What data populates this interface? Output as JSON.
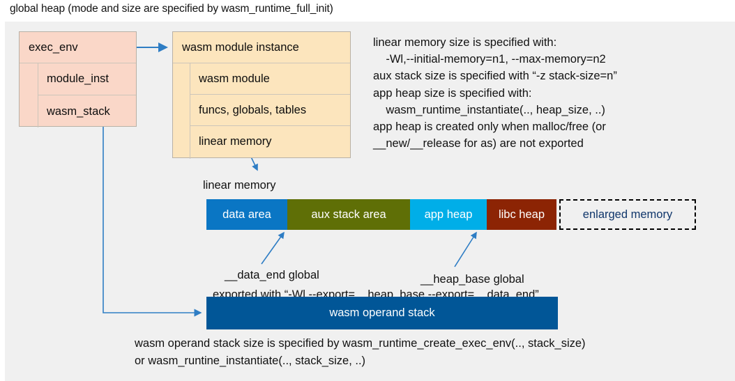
{
  "title": "global heap (mode and size are specified by wasm_runtime_full_init)",
  "colors": {
    "canvas_bg": "#f0f0f0",
    "exec_env_bg": "#fad7c8",
    "module_inst_bg": "#fce5bd",
    "data_area": "#0a76c4",
    "aux_stack_area": "#5f6f06",
    "app_heap": "#00aee8",
    "libc_heap": "#8c2404",
    "operand_stack": "#015697",
    "enlarged_memory_text": "#10366b",
    "connector": "#2e7dc4",
    "box_border": "#b8b1a6"
  },
  "exec_env": {
    "header": "exec_env",
    "rows": [
      {
        "label": "module_inst"
      },
      {
        "label": "wasm_stack"
      }
    ]
  },
  "module_instance": {
    "header": "wasm module instance",
    "rows": [
      {
        "label": "wasm module"
      },
      {
        "label": "funcs, globals, tables"
      },
      {
        "label": "linear memory"
      }
    ]
  },
  "notes": {
    "text": "linear memory size is specified with:\n    -Wl,--initial-memory=n1, --max-memory=n2\naux stack size is specified with “-z stack-size=n”\napp heap size is specified with:\n    wasm_runtime_instantiate(.., heap_size, ..)\napp heap is created only when malloc/free (or\n__new/__release for as) are not exported"
  },
  "linear_memory": {
    "caption": "linear memory",
    "segments": [
      {
        "label": "data area",
        "color": "#0a76c4",
        "width": 116,
        "text_color": "#ffffff",
        "dashed": false
      },
      {
        "label": "aux stack area",
        "color": "#5f6f06",
        "width": 176,
        "text_color": "#ffffff",
        "dashed": false
      },
      {
        "label": "app heap",
        "color": "#00aee8",
        "width": 110,
        "text_color": "#ffffff",
        "dashed": false
      },
      {
        "label": "libc heap",
        "color": "#8c2404",
        "width": 100,
        "text_color": "#ffffff",
        "dashed": false
      },
      {
        "label": "enlarged memory",
        "color": "transparent",
        "width": 196,
        "text_color": "#10366b",
        "dashed": true
      }
    ]
  },
  "annotations": {
    "data_end": "__data_end global",
    "heap_base": "__heap_base global",
    "exported": "exported with “-Wl,--export=__heap_base,--export=__data_end”"
  },
  "operand_stack": {
    "label": "wasm operand stack",
    "note": "wasm operand stack size is specified by wasm_runtime_create_exec_env(.., stack_size)\nor wasm_runtine_instantiate(.., stack_size, ..)"
  }
}
